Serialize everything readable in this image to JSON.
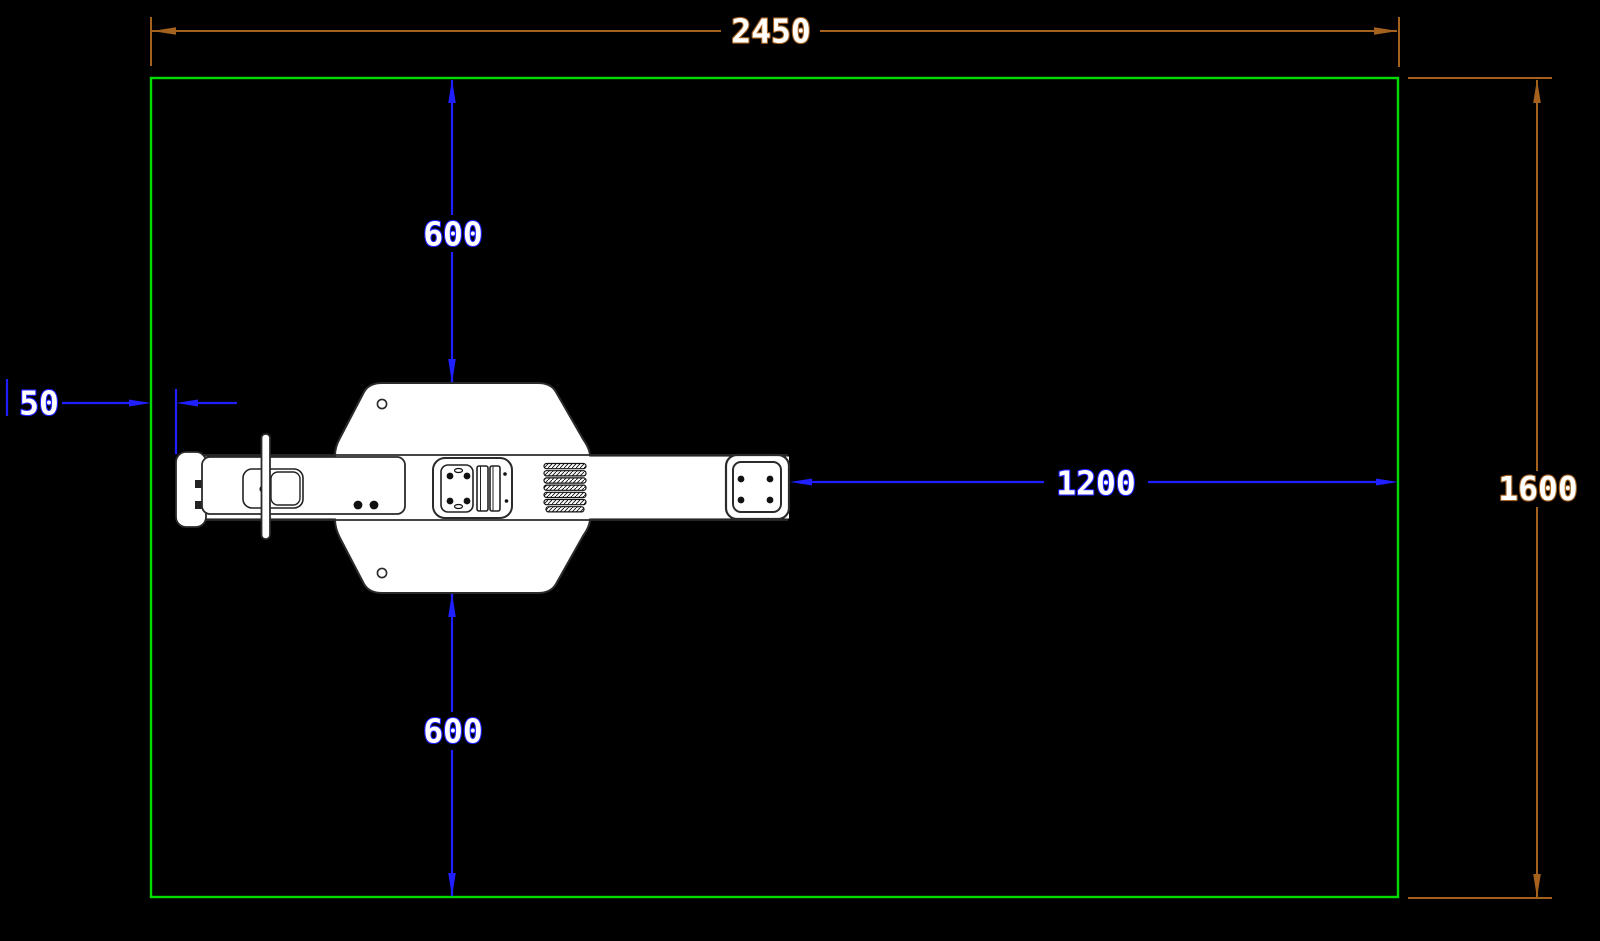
{
  "drawing": {
    "background": "#000000",
    "boundary_color": "#00DC00",
    "part_fill": "#FFFFFF",
    "part_line": "#2B2B2B"
  },
  "dimensions": {
    "total_width": {
      "value": "2450",
      "color": "#A5611E"
    },
    "total_height": {
      "value": "1600",
      "color": "#A5611E"
    },
    "top_clearance": {
      "value": "600",
      "color": "#1F1FFF"
    },
    "bottom_clearance": {
      "value": "600",
      "color": "#1F1FFF"
    },
    "left_offset": {
      "value": "50",
      "color": "#1F1FFF"
    },
    "right_clearance": {
      "value": "1200",
      "color": "#1F1FFF"
    }
  }
}
